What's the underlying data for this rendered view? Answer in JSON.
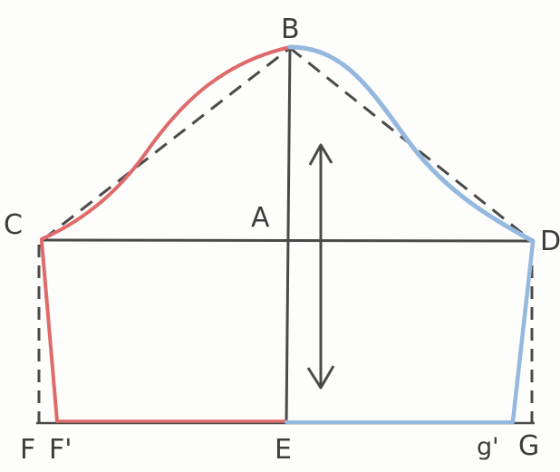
{
  "labels": {
    "A": "A",
    "B": "B",
    "C": "C",
    "D": "D",
    "E": "E",
    "F": "F",
    "F1": "F'",
    "G1": "g'",
    "G": "G"
  },
  "colors": {
    "pencil": "#4a4a4a",
    "front_curve": "#de6b6b",
    "back_curve": "#94b8de",
    "paper": "#fdfdfb"
  }
}
